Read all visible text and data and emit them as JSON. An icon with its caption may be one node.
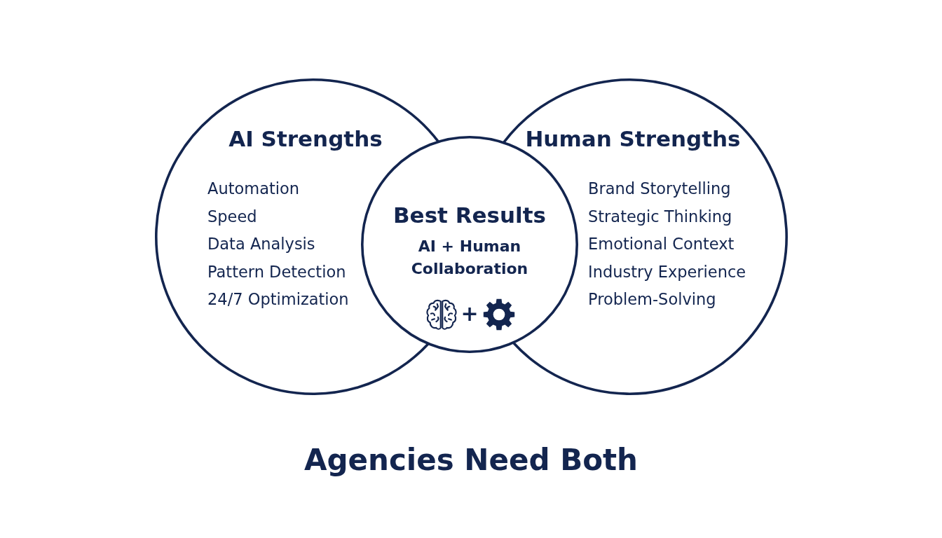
{
  "diagram": {
    "title": "Agencies Need Both",
    "nodes": [
      {
        "text": [
          "AI Strengths",
          "Automation",
          "Speed",
          "Data Analysis",
          "Pattern Detection",
          "24/7 Optimization"
        ]
      },
      {
        "text": [
          "Human Strengths",
          "Brand Storytelling",
          "Strategic Thinking",
          "Emotional Context",
          "Industry Experience",
          "Problem-Solving"
        ]
      },
      {
        "text": [
          "Best Results",
          "AI + Human Collaboration",
          "+"
        ]
      }
    ]
  }
}
